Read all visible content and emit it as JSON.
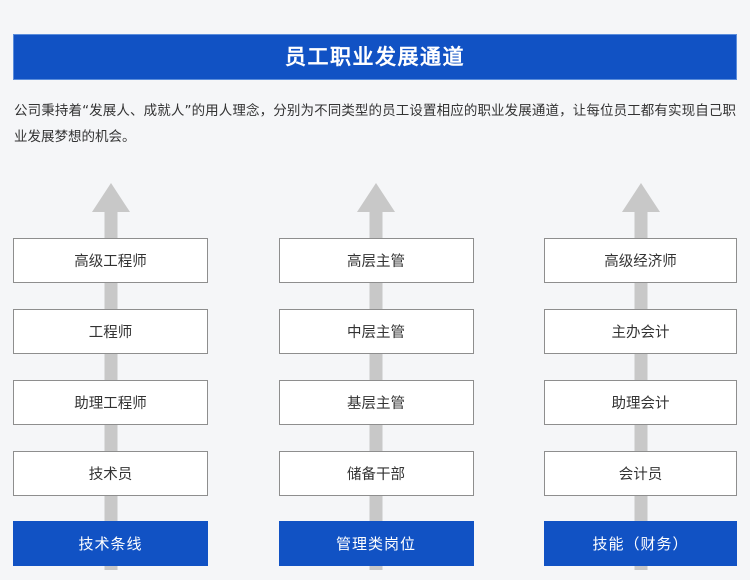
{
  "banner": {
    "title": "员工职业发展通道"
  },
  "intro": {
    "paragraph": "公司秉持着“发展人、成就人”的用人理念，分别为不同类型的员工设置相应的职业发展通道，让每位员工都有实现自己职业发展梦想的机会。"
  },
  "colors": {
    "brand_blue": "#1152c4",
    "page_background": "#f5f6f8",
    "arrow_gray": "#c8c8c8",
    "box_border": "#8e8e8e",
    "box_fill": "#ffffff",
    "text_dark": "#333333",
    "text_on_blue": "#ffffff"
  },
  "columns": [
    {
      "track_name": "技术条线",
      "arrow_icon": "up-arrow-icon",
      "levels": [
        "高级工程师",
        "工程师",
        "助理工程师",
        "技术员"
      ]
    },
    {
      "track_name": "管理类岗位",
      "arrow_icon": "up-arrow-icon",
      "levels": [
        "高层主管",
        "中层主管",
        "基层主管",
        "储备干部"
      ]
    },
    {
      "track_name": "技能（财务）",
      "arrow_icon": "up-arrow-icon",
      "levels": [
        "高级经济师",
        "主办会计",
        "助理会计",
        "会计员"
      ]
    }
  ]
}
